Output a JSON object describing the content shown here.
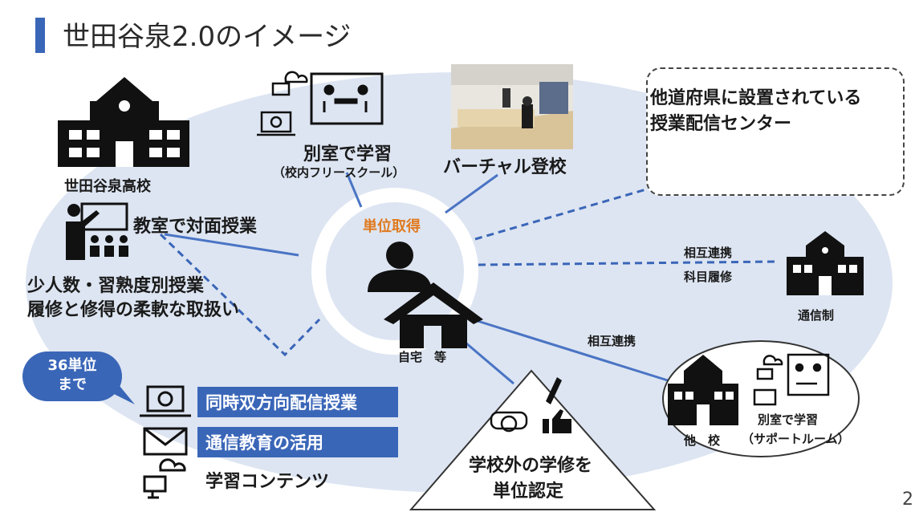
{
  "title": "世田谷泉2.0のイメージ",
  "center": {
    "credit_label": "単位取得",
    "home_label": "自宅　等"
  },
  "nodes": {
    "school": "世田谷泉高校",
    "face_to_face": "教室で対面授業",
    "small_class_1": "少人数・習熟度別授業",
    "small_class_2": "履修と修得の柔軟な取扱い",
    "separate_room": "別室で学習",
    "separate_room_sub": "（校内フリースクール）",
    "virtual": "バーチャル登校",
    "prefecture_1": "他道府県に設置されている",
    "prefecture_2": "授業配信センター",
    "mutual_1": "相互連携",
    "subject": "科目履修",
    "correspondence": "通信制",
    "mutual_2": "相互連携",
    "other_school": "他　校",
    "support_room": "別室で学習",
    "support_room_sub": "（サポートルーム）",
    "outside_1": "学校外の学修を",
    "outside_2": "単位認定"
  },
  "bubble": {
    "line1": "36単位",
    "line2": "まで"
  },
  "methods": {
    "sync": "同時双方向配信授業",
    "correspondence_edu": "通信教育の活用",
    "contents": "学習コンテンツ"
  },
  "page_number": "2",
  "colors": {
    "accent": "#3a66b8",
    "ellipse": "#dde5f2",
    "orange": "#e07a1f",
    "line": "#4a74c4"
  }
}
